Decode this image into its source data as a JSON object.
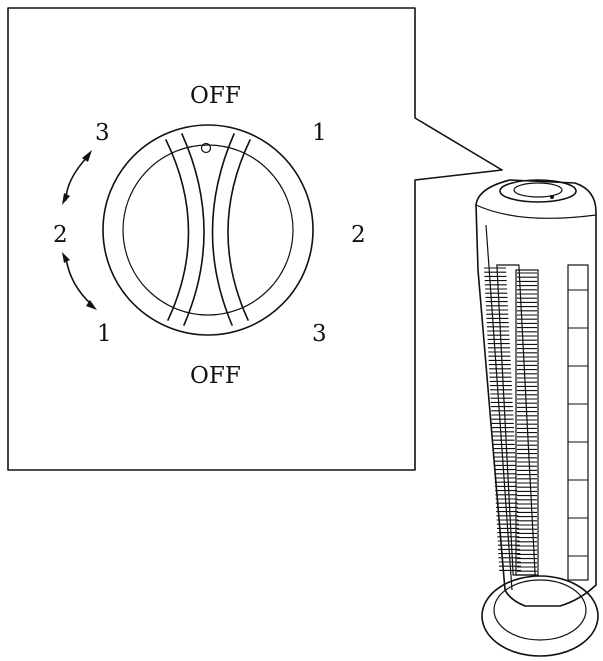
{
  "dial": {
    "top_label": "OFF",
    "bottom_label": "OFF",
    "right_labels": [
      "1",
      "2",
      "3"
    ],
    "left_labels": [
      "3",
      "2",
      "1"
    ]
  },
  "icons": {
    "callout": "callout-box",
    "dial": "rotary-dial-icon",
    "fan": "tower-fan-icon",
    "arrows": "double-arrow-icon"
  }
}
